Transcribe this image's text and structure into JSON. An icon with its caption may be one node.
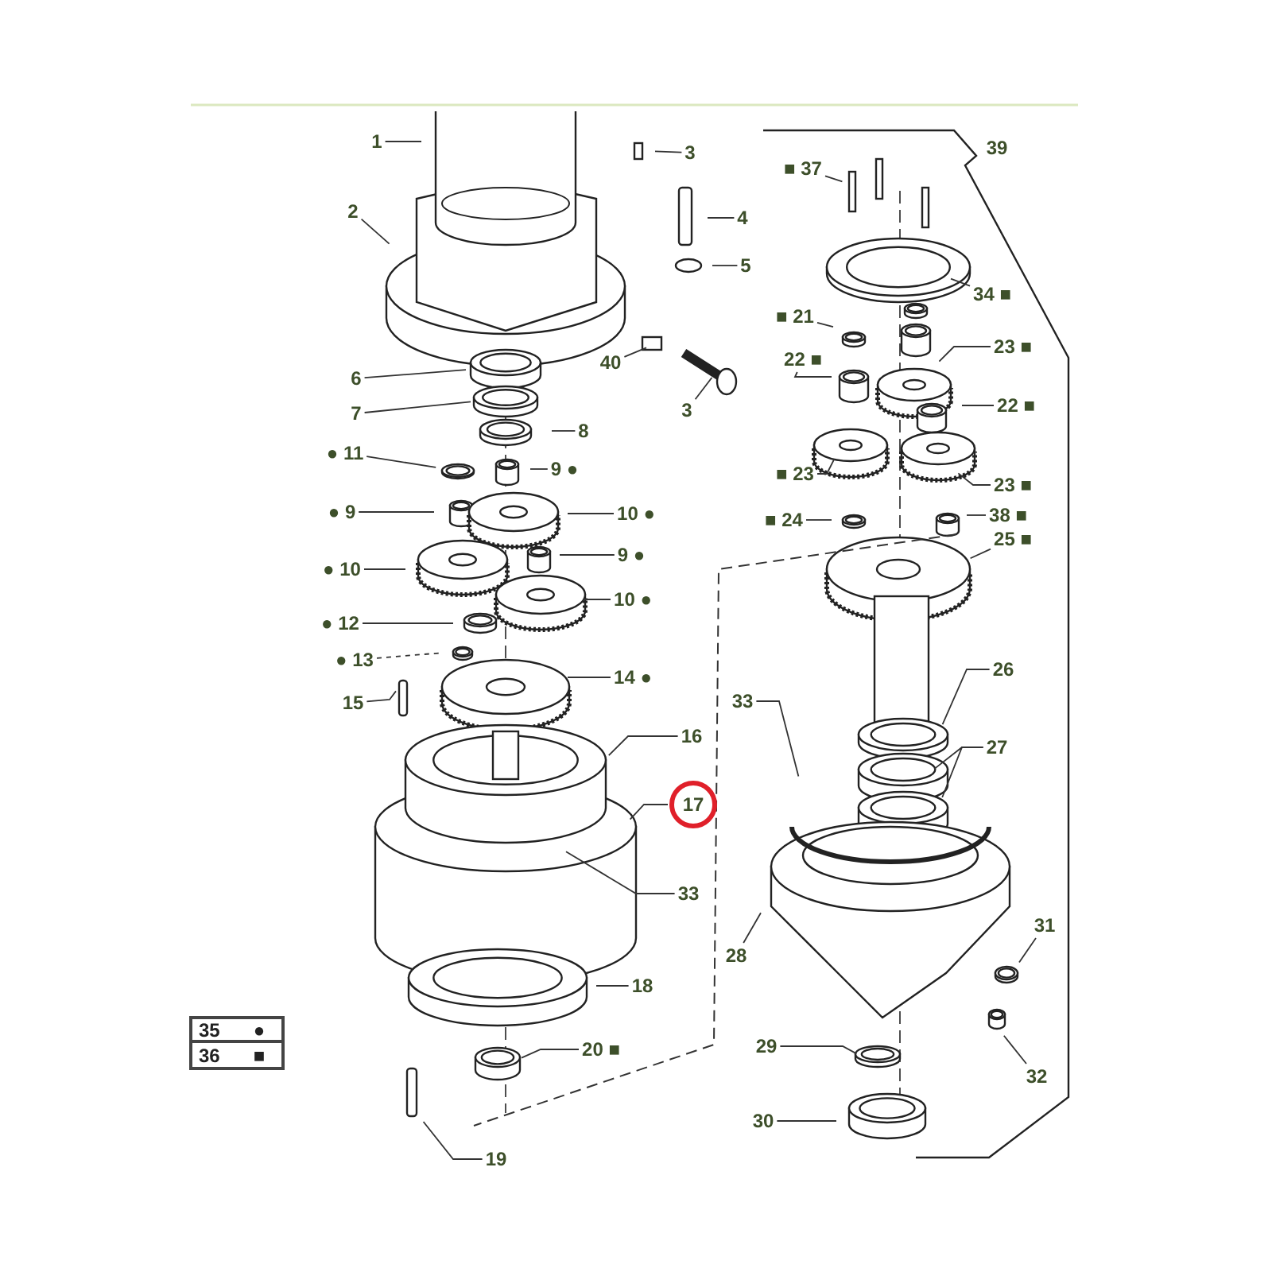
{
  "diagram": {
    "nodes": [
      {
        "text": [
          "1"
        ]
      },
      {
        "text": [
          "3"
        ]
      },
      {
        "text": [
          "■ 37"
        ]
      },
      {
        "text": [
          "2"
        ]
      },
      {
        "text": [
          "4"
        ]
      },
      {
        "text": [
          "5"
        ]
      },
      {
        "text": [
          "34 ■"
        ]
      },
      {
        "text": [
          "■ 21"
        ]
      },
      {
        "text": [
          "23 ■"
        ]
      },
      {
        "text": [
          "22 ■"
        ]
      },
      {
        "text": [
          "40"
        ]
      },
      {
        "text": [
          "6"
        ]
      },
      {
        "text": [
          "22 ■"
        ]
      },
      {
        "text": [
          "3"
        ]
      },
      {
        "text": [
          "7"
        ]
      },
      {
        "text": [
          "8"
        ]
      },
      {
        "text": [
          "● 11"
        ]
      },
      {
        "text": [
          "9 ●"
        ]
      },
      {
        "text": [
          "■ 23"
        ]
      },
      {
        "text": [
          "23 ■"
        ]
      },
      {
        "text": [
          "● 9"
        ]
      },
      {
        "text": [
          "10 ●"
        ]
      },
      {
        "text": [
          "■ 24"
        ]
      },
      {
        "text": [
          "38 ■"
        ]
      },
      {
        "text": [
          "25 ■"
        ]
      },
      {
        "text": [
          "9 ●"
        ]
      },
      {
        "text": [
          "● 10"
        ]
      },
      {
        "text": [
          "10 ●"
        ]
      },
      {
        "text": [
          "● 12"
        ]
      },
      {
        "text": [
          "● 13"
        ]
      },
      {
        "text": [
          "26"
        ]
      },
      {
        "text": [
          "14 ●"
        ]
      },
      {
        "text": [
          "33"
        ]
      },
      {
        "text": [
          "15"
        ]
      },
      {
        "text": [
          "16"
        ]
      },
      {
        "text": [
          "27"
        ]
      },
      {
        "text": [
          "17"
        ]
      },
      {
        "text": [
          "33"
        ]
      },
      {
        "text": [
          "31"
        ]
      },
      {
        "text": [
          "28"
        ]
      },
      {
        "text": [
          "18"
        ]
      },
      {
        "text": [
          "29"
        ]
      },
      {
        "text": [
          "20 ■"
        ]
      },
      {
        "text": [
          "32"
        ]
      },
      {
        "text": [
          "30"
        ]
      },
      {
        "text": [
          "19"
        ]
      }
    ],
    "edges": [
      {
        "from": 0,
        "to": null,
        "arrow": "none"
      },
      {
        "from": 1,
        "to": null,
        "arrow": "none"
      },
      {
        "from": 2,
        "to": null,
        "arrow": "none"
      },
      {
        "from": 3,
        "to": null,
        "arrow": "none"
      },
      {
        "from": 4,
        "to": null,
        "arrow": "none"
      },
      {
        "from": 5,
        "to": null,
        "arrow": "none"
      },
      {
        "from": 6,
        "to": null,
        "arrow": "none"
      },
      {
        "from": 7,
        "to": null,
        "arrow": "none"
      },
      {
        "from": 8,
        "to": null,
        "arrow": "none"
      },
      {
        "from": 9,
        "to": null,
        "arrow": "none"
      },
      {
        "from": 10,
        "to": null,
        "arrow": "none"
      },
      {
        "from": 11,
        "to": null,
        "arrow": "none"
      },
      {
        "from": 12,
        "to": null,
        "arrow": "none"
      },
      {
        "from": 13,
        "to": null,
        "arrow": "none"
      },
      {
        "from": 14,
        "to": null,
        "arrow": "none"
      },
      {
        "from": 15,
        "to": null,
        "arrow": "none"
      },
      {
        "from": 16,
        "to": null,
        "arrow": "none"
      },
      {
        "from": 17,
        "to": null,
        "arrow": "none"
      },
      {
        "from": 18,
        "to": null,
        "arrow": "none"
      },
      {
        "from": 19,
        "to": null,
        "arrow": "none"
      },
      {
        "from": 20,
        "to": null,
        "arrow": "none"
      },
      {
        "from": 21,
        "to": null,
        "arrow": "none"
      },
      {
        "from": 22,
        "to": null,
        "arrow": "none"
      },
      {
        "from": 23,
        "to": null,
        "arrow": "none"
      },
      {
        "from": 24,
        "to": null,
        "arrow": "none"
      },
      {
        "from": 25,
        "to": null,
        "arrow": "none"
      },
      {
        "from": 26,
        "to": null,
        "arrow": "none"
      },
      {
        "from": 27,
        "to": null,
        "arrow": "none"
      },
      {
        "from": 28,
        "to": null,
        "arrow": "none"
      },
      {
        "from": 29,
        "to": null,
        "arrow": "none",
        "style": "dashed"
      },
      {
        "from": 30,
        "to": null,
        "arrow": "none"
      },
      {
        "from": 31,
        "to": null,
        "arrow": "none"
      },
      {
        "from": 32,
        "to": null,
        "arrow": "none"
      },
      {
        "from": 33,
        "to": null,
        "arrow": "none"
      },
      {
        "from": 34,
        "to": null,
        "arrow": "none"
      },
      {
        "from": 35,
        "to": null,
        "arrow": "none"
      },
      {
        "from": 35,
        "to": null,
        "arrow": "none"
      },
      {
        "from": 36,
        "to": null,
        "arrow": "none"
      },
      {
        "from": 37,
        "to": null,
        "arrow": "none"
      },
      {
        "from": 38,
        "to": null,
        "arrow": "none"
      },
      {
        "from": 39,
        "to": null,
        "arrow": "none"
      },
      {
        "from": 40,
        "to": null,
        "arrow": "none"
      },
      {
        "from": 41,
        "to": null,
        "arrow": "none"
      },
      {
        "from": 42,
        "to": null,
        "arrow": "none"
      },
      {
        "from": 43,
        "to": null,
        "arrow": "none"
      },
      {
        "from": 44,
        "to": null,
        "arrow": "none"
      },
      {
        "from": 45,
        "to": null,
        "arrow": "none"
      }
    ],
    "labels": [
      "39",
      "35",
      "●",
      "36",
      "■"
    ]
  }
}
